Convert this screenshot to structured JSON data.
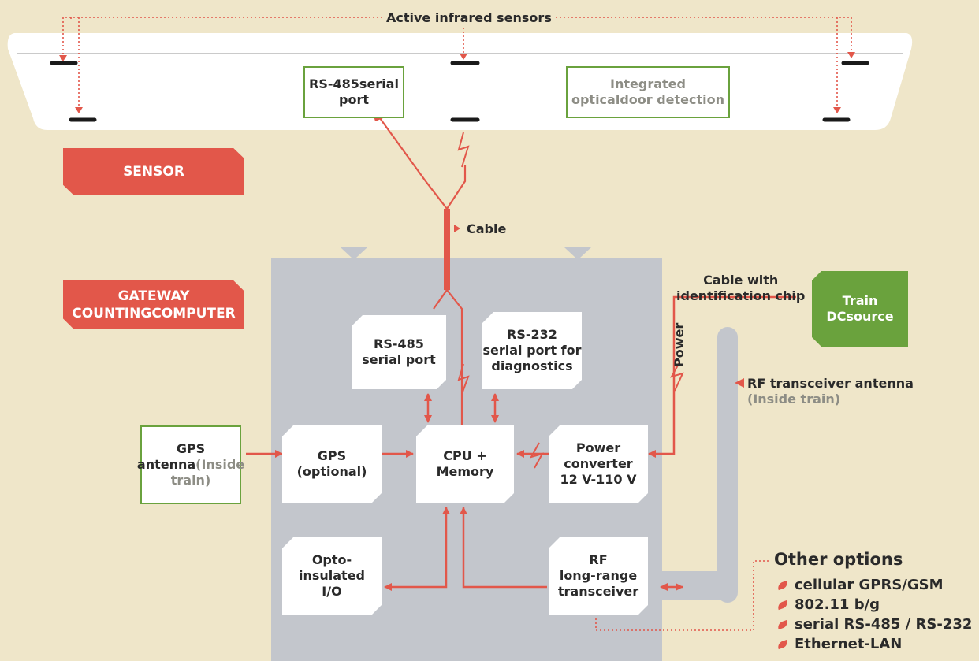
{
  "title": "Active infrared sensors",
  "sensor_bar": {
    "rs485_port": [
      "RS-485",
      "serial port"
    ],
    "optical_detection": [
      "Integrated optical",
      "door detection"
    ]
  },
  "banners": {
    "sensor": "SENSOR",
    "gateway": [
      "GATEWAY COUNTING",
      "COMPUTER"
    ]
  },
  "cable_label": "Cable",
  "gateway": {
    "rs485": [
      "RS-485",
      "serial port"
    ],
    "rs232": [
      "RS-232",
      "serial port for",
      "diagnostics"
    ],
    "gps": [
      "GPS",
      "(optional)"
    ],
    "cpu": [
      "CPU +",
      "Memory"
    ],
    "power_converter": [
      "Power",
      "converter",
      "12 V-110 V"
    ],
    "opto_io": [
      "Opto-",
      "insulated",
      "I/O"
    ],
    "rf_transceiver": [
      "RF",
      "long-range",
      "transceiver"
    ]
  },
  "gps_antenna": {
    "label": "GPS antenna",
    "note": "(Inside train)"
  },
  "train_dc": [
    "Train DC",
    "source"
  ],
  "cable_chip": [
    "Cable with",
    "identification chip"
  ],
  "power_label": "Power",
  "rf_antenna": {
    "label": "RF transceiver antenna",
    "note": "(Inside train)"
  },
  "other_options": {
    "title": "Other options",
    "items": [
      "cellular GPRS/GSM",
      "802.11 b/g",
      "serial RS-485 / RS-232",
      "Ethernet-LAN"
    ]
  },
  "colors": {
    "background": "#efe6c9",
    "accent": "#e2574a",
    "green": "#6aa23d",
    "panel": "#c3c6cc",
    "muted_text": "#8d8d85"
  }
}
